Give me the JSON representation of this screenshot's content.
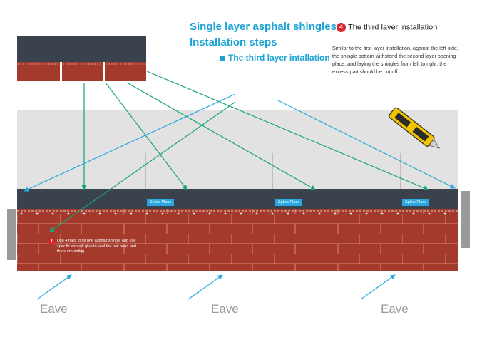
{
  "title_line1": "Single layer asphalt shingles",
  "title_line2": "Installation steps",
  "subtitle": "The third layer intallation",
  "step": {
    "number": "4",
    "heading": "The third layer installation"
  },
  "description": "Similar to the first layer installation, against the left side, the shingle bottom withstand the second layer opening place, and laying the shingles from left to right, the excess part should be cut off.",
  "nail_note": {
    "number": "1",
    "text": "Use 4 nails to fix one asphalt shingle and use specific asphalt glue to seal the nail head and the surrounding."
  },
  "splice_labels": [
    "Splice Place",
    "Splice Place",
    "Splice Place"
  ],
  "eave_labels": [
    "Eave",
    "Eave",
    "Eave"
  ],
  "icons": [
    "utility-knife-icon",
    "nail-icon",
    "arrow-icon"
  ],
  "colors": {
    "title_blue": "#1aa3d6",
    "arrow_green": "#17a37a",
    "arrow_blue": "#29a8e0",
    "shingle_red": "#a43a2b",
    "shingle_dark": "#3a424d",
    "roof_grey": "#e2e2e2",
    "badge_red": "#d9232d"
  }
}
